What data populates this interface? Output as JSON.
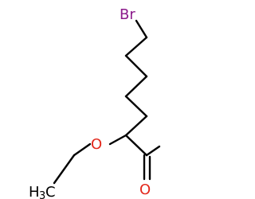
{
  "molecule": {
    "atoms": {
      "bromine": {
        "symbol": "Br",
        "color": "#8b1a8b"
      },
      "ester_oxygen": {
        "symbol": "O",
        "color": "#e3281c"
      },
      "carbonyl_oxygen": {
        "symbol": "O",
        "color": "#e3281c"
      },
      "methyl": {
        "symbol": "H",
        "subscript": "3",
        "tail": "C",
        "color": "#000000"
      }
    },
    "bond_color": "#000000"
  }
}
